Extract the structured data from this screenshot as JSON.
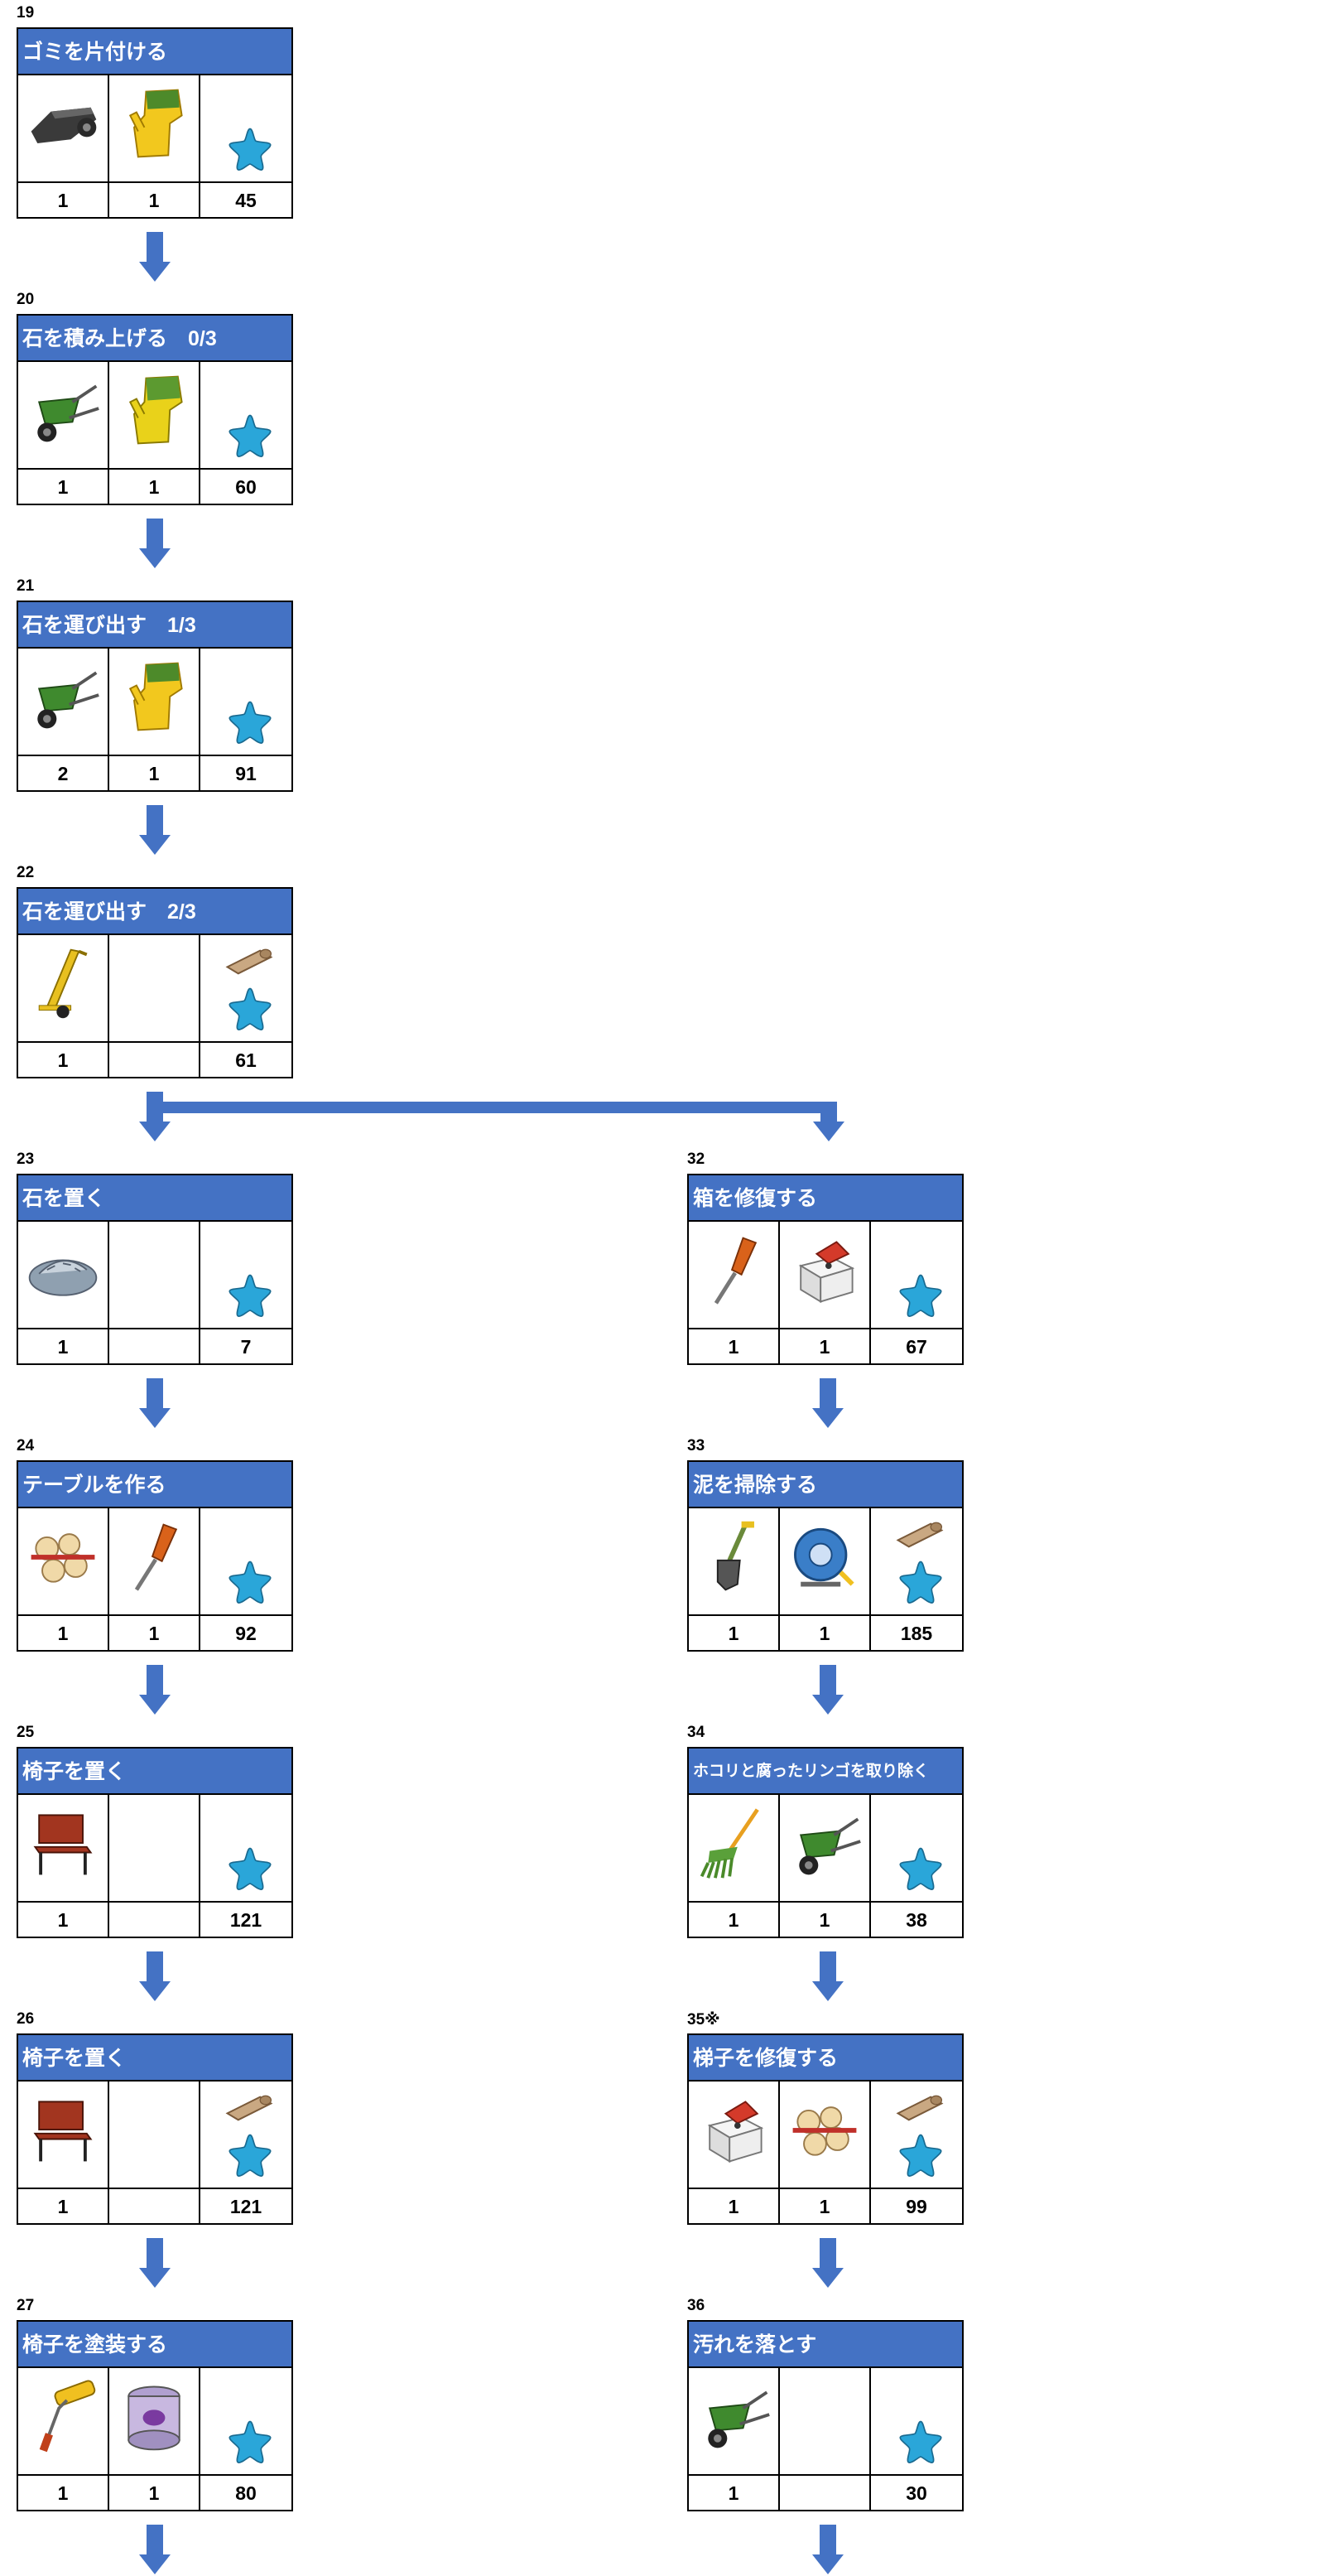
{
  "tasks": [
    {
      "num": "19",
      "title": "ゴミを片付ける",
      "items": [
        "tire",
        "glove-yellow"
      ],
      "counts": [
        "1",
        "1",
        "45"
      ],
      "roll": false
    },
    {
      "num": "20",
      "title": "石を積み上げる　0/3",
      "items": [
        "wheelbarrow",
        "glove-green"
      ],
      "counts": [
        "1",
        "1",
        "60"
      ],
      "roll": false
    },
    {
      "num": "21",
      "title": "石を運び出す　1/3",
      "items": [
        "wheelbarrow",
        "glove-yellow"
      ],
      "counts": [
        "2",
        "1",
        "91"
      ],
      "roll": false
    },
    {
      "num": "22",
      "title": "石を運び出す　2/3",
      "items": [
        "hand-truck"
      ],
      "counts": [
        "1",
        "",
        "61"
      ],
      "roll": true
    },
    {
      "num": "23",
      "title": "石を置く",
      "items": [
        "stones"
      ],
      "counts": [
        "1",
        "",
        "7"
      ],
      "roll": false
    },
    {
      "num": "24",
      "title": "テーブルを作る",
      "items": [
        "logs",
        "screwdriver"
      ],
      "counts": [
        "1",
        "1",
        "92"
      ],
      "roll": false
    },
    {
      "num": "25",
      "title": "椅子を置く",
      "items": [
        "bench"
      ],
      "counts": [
        "1",
        "",
        "121"
      ],
      "roll": false
    },
    {
      "num": "26",
      "title": "椅子を置く",
      "items": [
        "bench"
      ],
      "counts": [
        "1",
        "",
        "121"
      ],
      "roll": true
    },
    {
      "num": "27",
      "title": "椅子を塗装する",
      "items": [
        "paint-roller",
        "paint-can"
      ],
      "counts": [
        "1",
        "1",
        "80"
      ],
      "roll": false
    },
    {
      "num": "32",
      "title": "箱を修復する",
      "items": [
        "screwdriver",
        "nails-box"
      ],
      "counts": [
        "1",
        "1",
        "67"
      ],
      "roll": false
    },
    {
      "num": "33",
      "title": "泥を掃除する",
      "items": [
        "shovel",
        "hose-reel"
      ],
      "counts": [
        "1",
        "1",
        "185"
      ],
      "roll": true
    },
    {
      "num": "34",
      "title": "ホコリと腐ったリンゴを取り除く",
      "items": [
        "rake",
        "wheelbarrow"
      ],
      "counts": [
        "1",
        "1",
        "38"
      ],
      "roll": false
    },
    {
      "num": "35※",
      "title": "梯子を修復する",
      "items": [
        "nails-box",
        "logs"
      ],
      "counts": [
        "1",
        "1",
        "99"
      ],
      "roll": true
    },
    {
      "num": "36",
      "title": "汚れを落とす",
      "items": [
        "wheelbarrow"
      ],
      "counts": [
        "1",
        "",
        "30"
      ],
      "roll": false
    }
  ],
  "colors": {
    "header": "#4472c4",
    "arrow": "#4472c4",
    "star": "#2aa6d9"
  }
}
